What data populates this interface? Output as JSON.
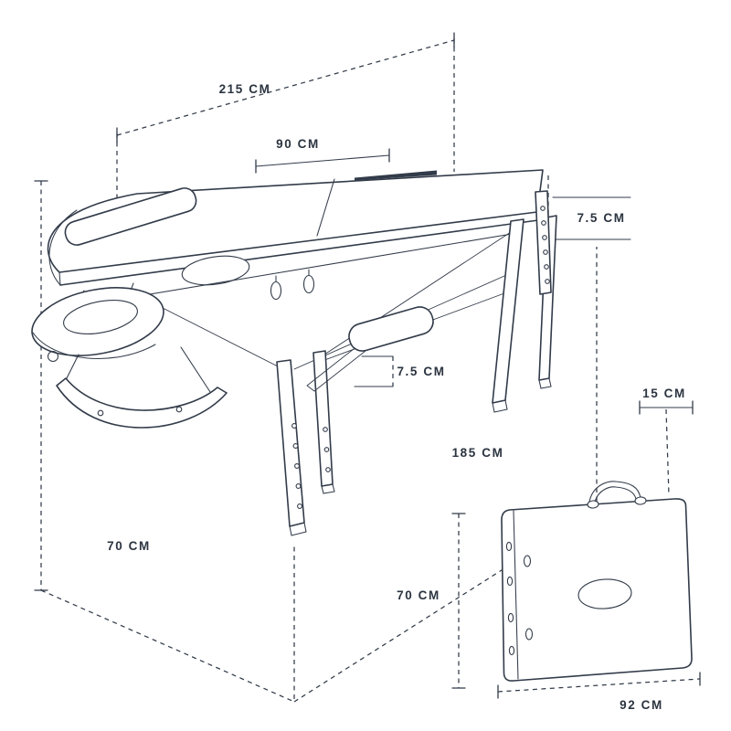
{
  "diagram": {
    "background": "#ffffff",
    "line_color": "#323b49",
    "label_color": "#2b3440",
    "assembled": {
      "description": "folding massage table with face cradle, arm sling, armrest cushions and wooden legs",
      "dims": {
        "total_length": "215 CM",
        "top_width": "90 CM",
        "frame_thickness": "7.5 CM",
        "cushion_thickness": "7.5 CM",
        "bed_length": "185 CM",
        "base_width": "70 CM"
      }
    },
    "folded": {
      "description": "table folded into carry case with handle",
      "dims": {
        "depth": "15 CM",
        "height": "70 CM",
        "width": "92 CM"
      }
    }
  }
}
